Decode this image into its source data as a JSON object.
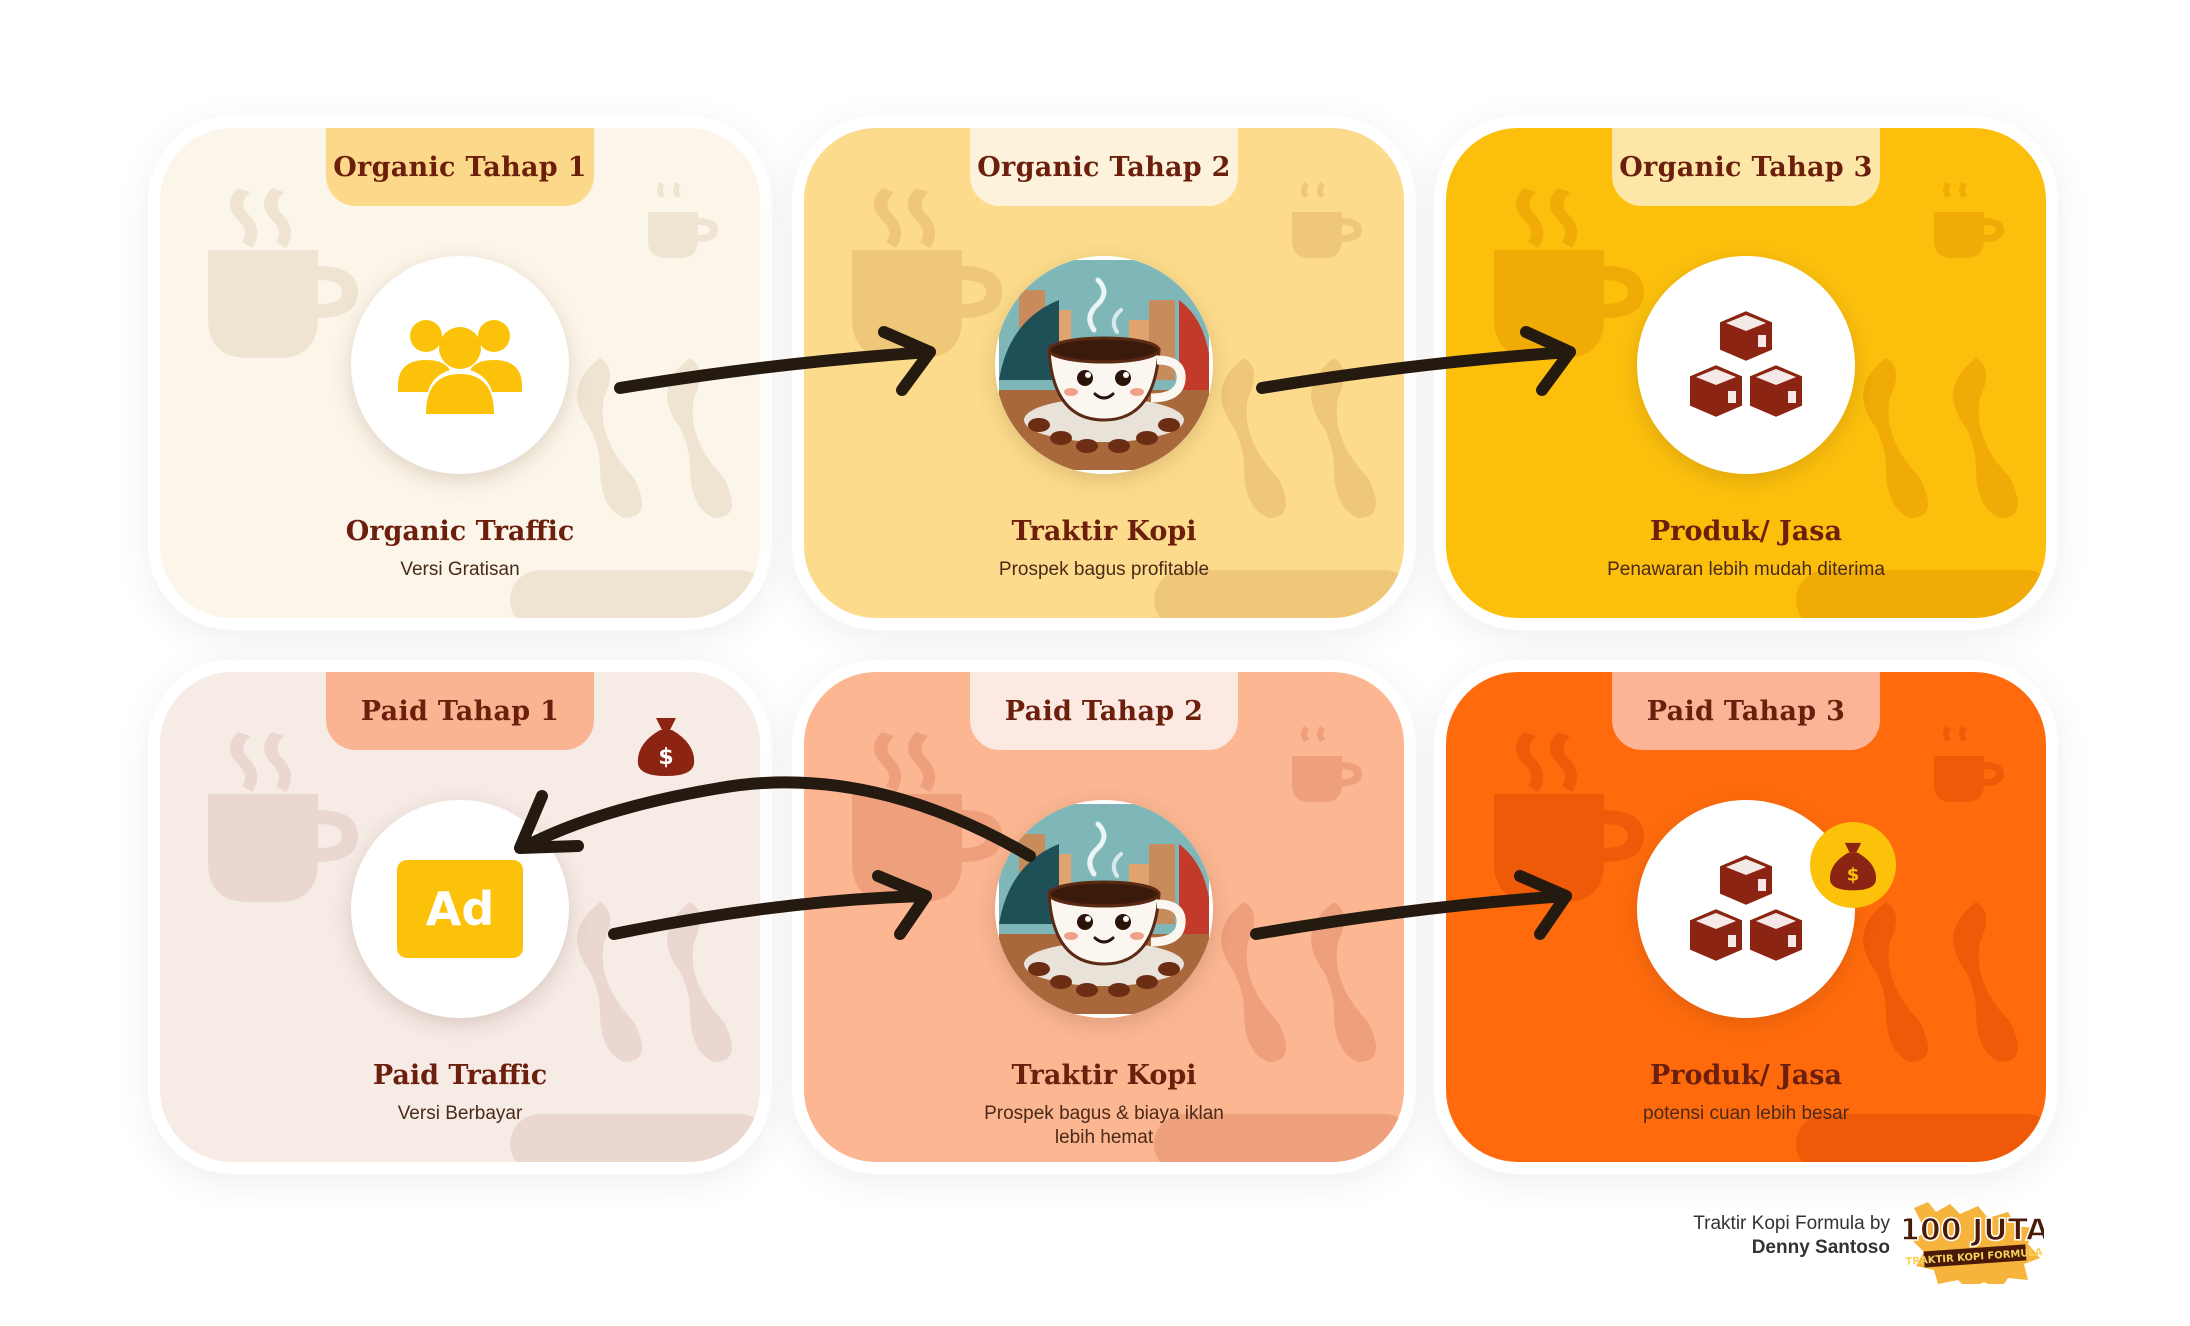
{
  "cards": [
    {
      "tab": "Organic Tahap 1",
      "title": "Organic Traffic",
      "sub": "Versi Gratisan",
      "bg": "#fcf6ea",
      "tab_bg": "#fcd98a",
      "deco": "#efe4d2"
    },
    {
      "tab": "Organic Tahap 2",
      "title": "Traktir Kopi",
      "sub": "Prospek bagus profitable",
      "bg": "#fcdc8c",
      "tab_bg": "#fdf2dc",
      "deco": "#efc778"
    },
    {
      "tab": "Organic Tahap 3",
      "title": "Produk/ Jasa",
      "sub": "Penawaran lebih mudah diterima",
      "bg": "#fcc00c",
      "tab_bg": "#fde7a8",
      "deco": "#f0ab06"
    },
    {
      "tab": "Paid Tahap 1",
      "title": "Paid Traffic",
      "sub": "Versi Berbayar",
      "bg": "#f7ebe6",
      "tab_bg": "#fbb491",
      "deco": "#ead8d0"
    },
    {
      "tab": "Paid Tahap 2",
      "title": "Traktir Kopi",
      "sub": "Prospek bagus & biaya iklan lebih hemat",
      "bg": "#fcb692",
      "tab_bg": "#fbe9e2",
      "deco": "#ee9f7b"
    },
    {
      "tab": "Paid Tahap 3",
      "title": "Produk/ Jasa",
      "sub": "potensi cuan lebih besar",
      "bg": "#ff6b0c",
      "tab_bg": "#fbb596",
      "deco": "#ee5a08"
    }
  ],
  "icons": {
    "audience": "users-group-icon",
    "coffee": "coffee-cup-mascot-icon",
    "product": "cubes-icon",
    "ad": "ad-badge-icon",
    "money": "money-bag-icon",
    "ad_label": "Ad"
  },
  "colors": {
    "ink": "#6b1f0c",
    "arrow": "#241a10",
    "yellow": "#fcc20a",
    "brown": "#8b2412"
  },
  "footer": {
    "line1": "Traktir Kopi Formula by",
    "line2": "Denny Santoso"
  },
  "logo": {
    "big": "100 JUTA",
    "small": "TRAKTIR KOPI FORMULA"
  }
}
